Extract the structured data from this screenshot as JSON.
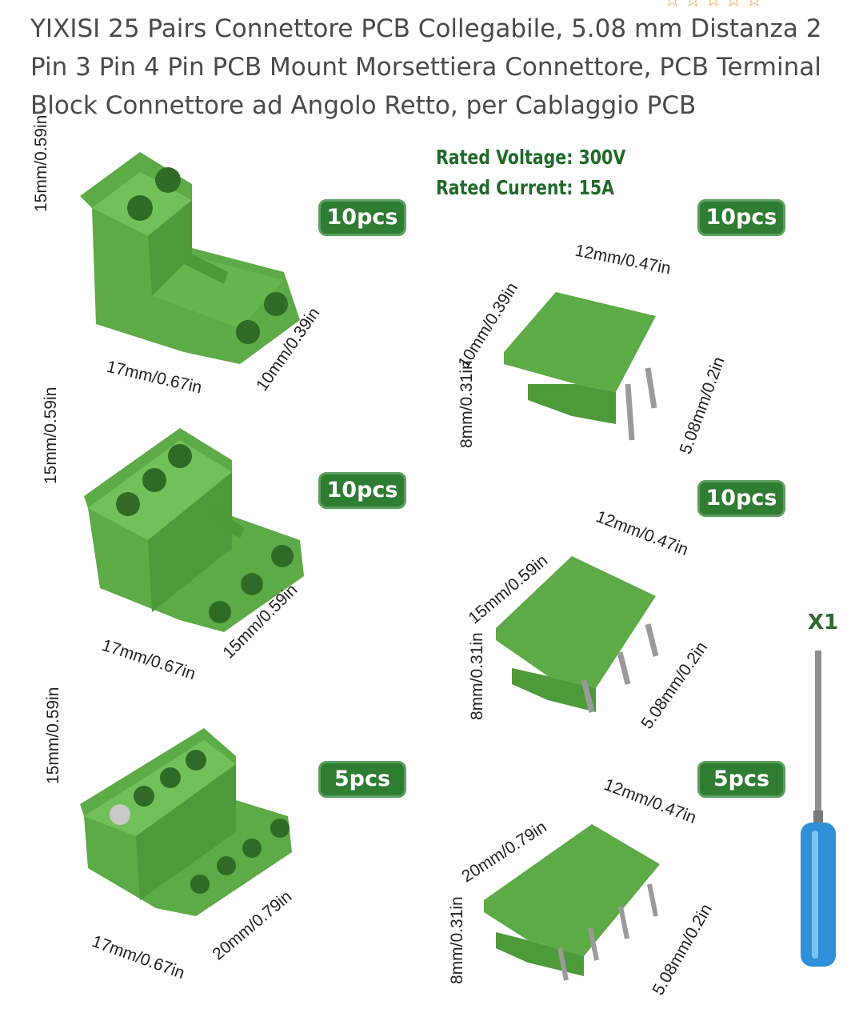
{
  "product": {
    "title": "YIXISI 25 Pairs Connettore PCB Collegabile, 5.08 mm Distanza 2 Pin 3 Pin 4 Pin PCB Mount Morsettiera Connettore, PCB Terminal Block Connettore ad Angolo Retto, per Cablaggio PCB"
  },
  "image": {
    "specs": {
      "voltage": "Rated Voltage: 300V",
      "current": "Rated Current: 15A"
    },
    "badges": [
      "10pcs",
      "10pcs",
      "10pcs",
      "10pcs",
      "5pcs",
      "5pcs"
    ],
    "quantity_label": "X1",
    "dimensions": {
      "plug_2pin": [
        "15mm/0.59in",
        "17mm/0.67in",
        "10mm/0.39in"
      ],
      "plug_3pin": [
        "15mm/0.59in",
        "17mm/0.67in",
        "15mm/0.59in"
      ],
      "plug_4pin": [
        "15mm/0.59in",
        "17mm/0.67in",
        "20mm/0.79in"
      ],
      "header_2pin": [
        "12mm/0.47in",
        "10mm/0.39in",
        "8mm/0.31in",
        "5.08mm/0.2in"
      ],
      "header_3pin": [
        "12mm/0.47in",
        "15mm/0.59in",
        "8mm/0.31in",
        "5.08mm/0.2in"
      ],
      "header_4pin": [
        "12mm/0.47in",
        "20mm/0.79in",
        "8mm/0.31in",
        "5.08mm/0.2in"
      ]
    },
    "colors": {
      "connector": "#5cab46",
      "connector_dark": "#3e8a30",
      "badge": "#2e7d32",
      "screwdriver": "#2f8fd8"
    }
  }
}
